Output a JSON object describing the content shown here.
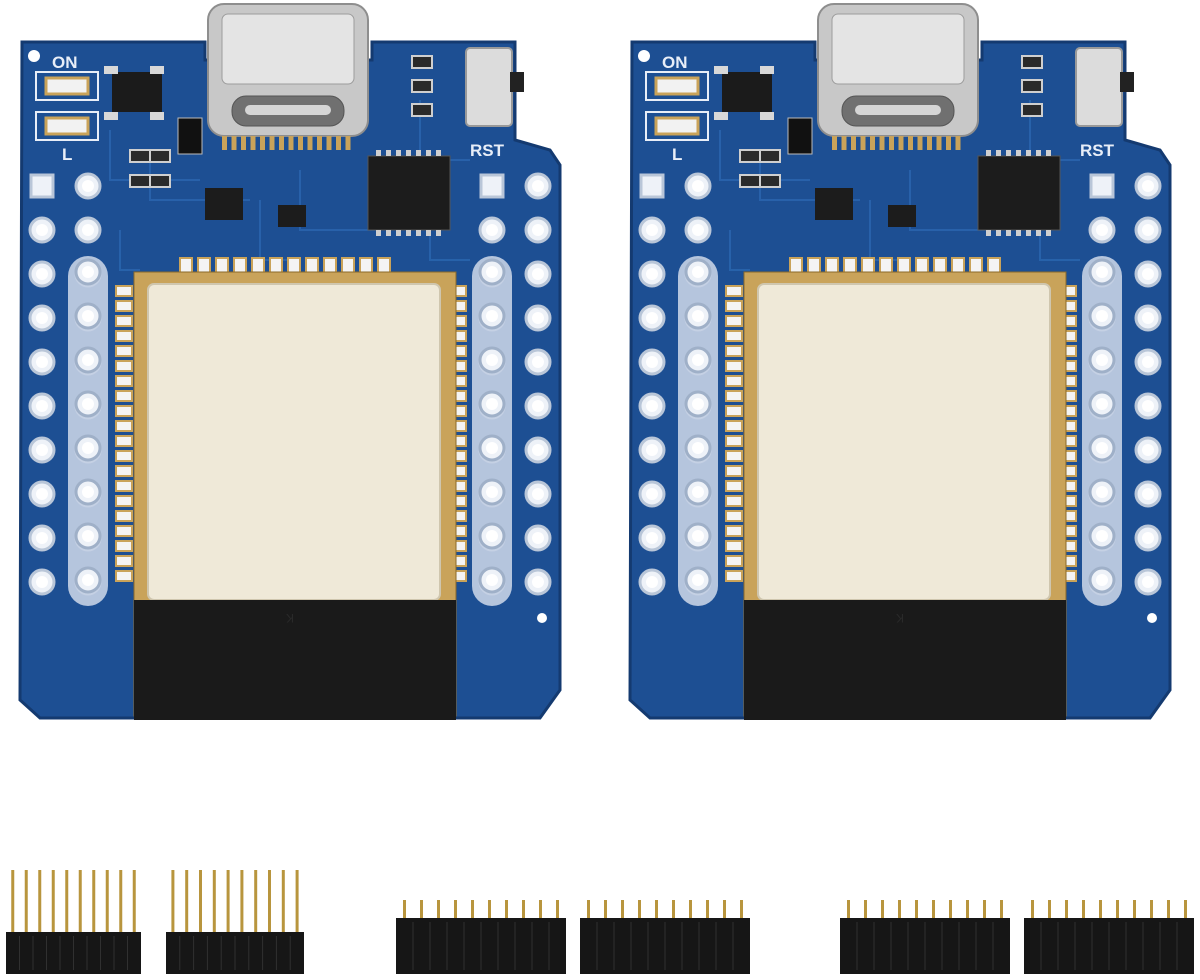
{
  "image": {
    "background_color": "#ffffff",
    "boards": [
      {
        "on_label": "ON",
        "led_label": "L",
        "reset_label": "RST",
        "module_mark": "K"
      },
      {
        "on_label": "ON",
        "led_label": "L",
        "reset_label": "RST",
        "module_mark": "K"
      }
    ],
    "colors": {
      "pcb": "#1d4f93",
      "pcb_dark": "#143a70",
      "pad_gold": "#c9a35a",
      "shield": "#efe9d8",
      "antenna": "#1a1a1a",
      "usb_metal": "#c8c8c8",
      "silkscreen": "#e8eef8"
    },
    "header_strips": [
      {
        "type": "male-long-pin"
      },
      {
        "type": "male-long-pin"
      },
      {
        "type": "female-socket"
      },
      {
        "type": "female-socket"
      },
      {
        "type": "female-socket"
      },
      {
        "type": "female-socket"
      }
    ]
  }
}
